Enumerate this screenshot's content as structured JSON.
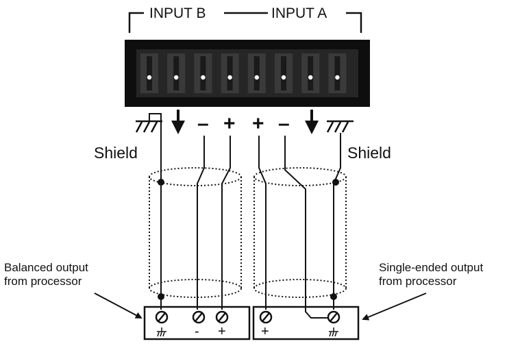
{
  "header": {
    "input_b": "INPUT B",
    "input_a": "INPUT A"
  },
  "connector": {
    "pin_count": 8,
    "pins": [
      "ground",
      "signal-arrow",
      "minus",
      "plus",
      "plus",
      "minus",
      "signal-arrow",
      "ground"
    ],
    "pin_signs": {
      "minus": "–",
      "plus": "+"
    }
  },
  "labels": {
    "shield_left": "Shield",
    "shield_right": "Shield",
    "balanced_caption": "Balanced output\nfrom processor",
    "single_caption": "Single-ended output\nfrom processor"
  },
  "terminals": {
    "balanced": [
      "ground",
      "-",
      "+"
    ],
    "single_ended": [
      "+",
      "ground"
    ]
  },
  "colors": {
    "ink": "#111111",
    "connector_body": "#262626",
    "connector_slot": "#3a3a3a",
    "pin_dot": "#ffffff",
    "background": "#ffffff"
  }
}
